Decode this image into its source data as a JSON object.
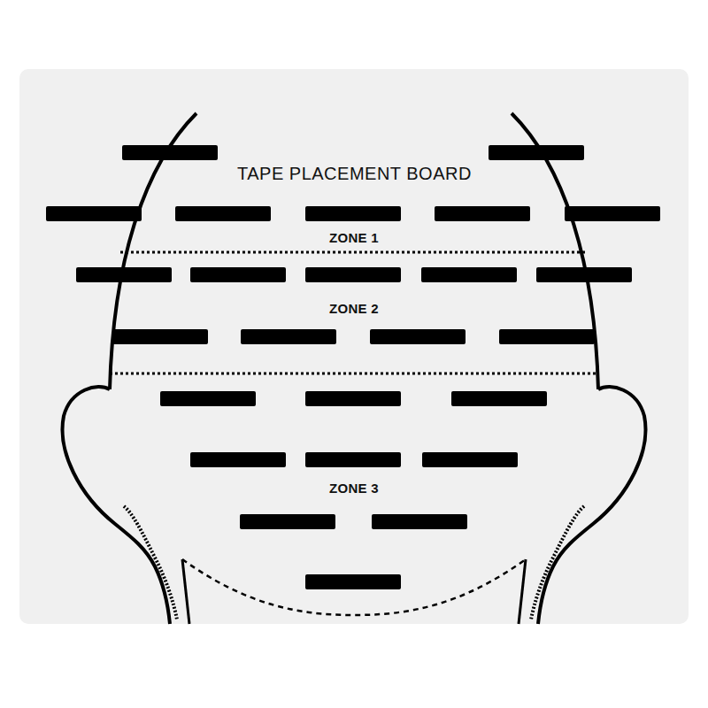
{
  "diagram": {
    "title": "TAPE PLACEMENT BOARD",
    "labels": [
      "ZONE 1",
      "ZONE 2",
      "ZONE 3"
    ]
  }
}
